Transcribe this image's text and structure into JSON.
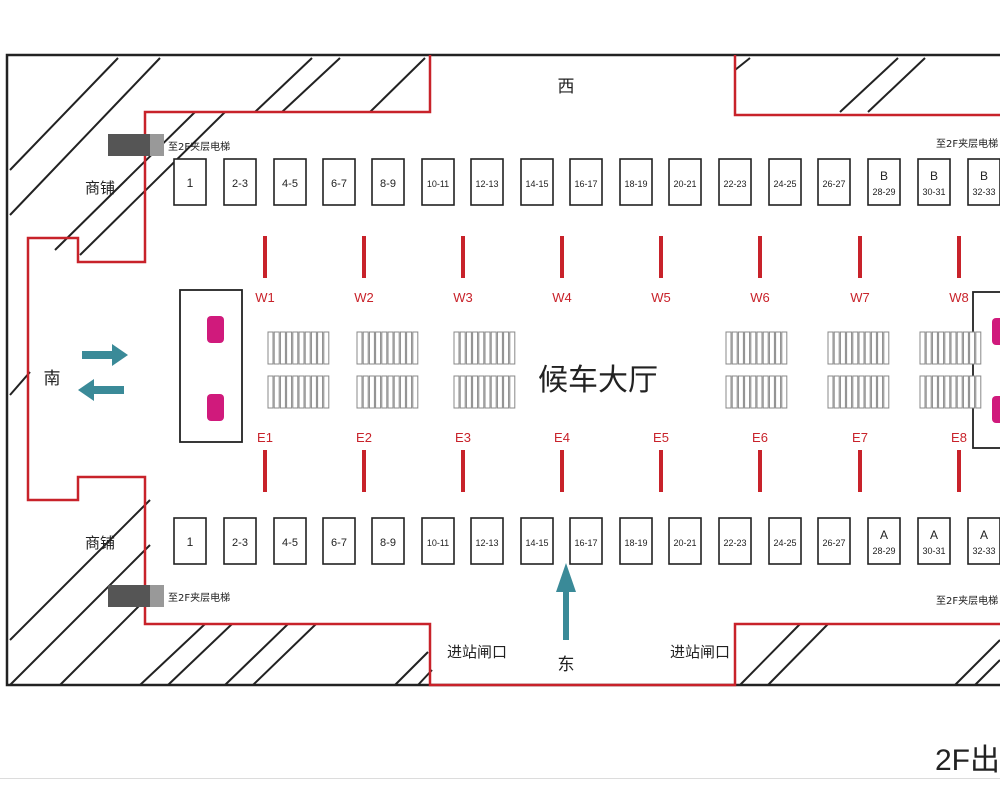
{
  "directions": {
    "west": "西",
    "east": "东",
    "south": "南"
  },
  "hall_title": "候车大厅",
  "shops": {
    "top": "商铺",
    "bottom": "商铺"
  },
  "escalators": {
    "top_left": "至2F夹层电梯",
    "top_right": "至2F夹层电梯",
    "bottom_left": "至2F夹层电梯",
    "bottom_right": "至2F夹层电梯"
  },
  "entrance_gates": [
    "进站闸口",
    "进站闸口"
  ],
  "top_gates": [
    {
      "main": "1"
    },
    {
      "main": "2-3"
    },
    {
      "main": "4-5"
    },
    {
      "main": "6-7"
    },
    {
      "main": "8-9"
    },
    {
      "main": "10-11"
    },
    {
      "main": "12-13"
    },
    {
      "main": "14-15"
    },
    {
      "main": "16-17"
    },
    {
      "main": "18-19"
    },
    {
      "main": "20-21"
    },
    {
      "main": "22-23"
    },
    {
      "main": "24-25"
    },
    {
      "main": "26-27"
    },
    {
      "letter": "B",
      "main": "28-29"
    },
    {
      "letter": "B",
      "main": "30-31"
    },
    {
      "letter": "B",
      "main": "32-33"
    }
  ],
  "bottom_gates": [
    {
      "main": "1"
    },
    {
      "main": "2-3"
    },
    {
      "main": "4-5"
    },
    {
      "main": "6-7"
    },
    {
      "main": "8-9"
    },
    {
      "main": "10-11"
    },
    {
      "main": "12-13"
    },
    {
      "main": "14-15"
    },
    {
      "main": "16-17"
    },
    {
      "main": "18-19"
    },
    {
      "main": "20-21"
    },
    {
      "main": "22-23"
    },
    {
      "main": "24-25"
    },
    {
      "main": "26-27"
    },
    {
      "letter": "A",
      "main": "28-29"
    },
    {
      "letter": "A",
      "main": "30-31"
    },
    {
      "letter": "A",
      "main": "32-33"
    }
  ],
  "west_entries": [
    "W1",
    "W2",
    "W3",
    "W4",
    "W5",
    "W6",
    "W7",
    "W8"
  ],
  "east_entries": [
    "E1",
    "E2",
    "E3",
    "E4",
    "E5",
    "E6",
    "E7",
    "E8"
  ],
  "footer_title": "2F出",
  "colors": {
    "wall_red": "#c8222a",
    "arrow_teal": "#3a8a98",
    "pink": "#d01a7c",
    "outline": "#222222"
  }
}
